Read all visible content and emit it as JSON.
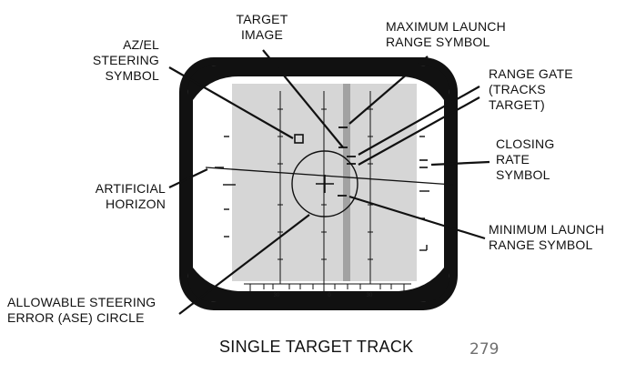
{
  "labels": {
    "target_image": "TARGET\nIMAGE",
    "max_launch_range": "MAXIMUM LAUNCH\nRANGE SYMBOL",
    "az_el_steering": "AZ/EL\nSTEERING\nSYMBOL",
    "range_gate": "RANGE GATE\n(TRACKS\nTARGET)",
    "closing_rate": "CLOSING\nRATE\nSYMBOL",
    "artificial_horizon": "ARTIFICIAL\nHORIZON",
    "min_launch_range": "MINIMUM LAUNCH\nRANGE SYMBOL",
    "ase_circle": "ALLOWABLE STEERING\nERROR (ASE) CIRCLE"
  },
  "scale_numbers": [
    "30",
    "0",
    "30"
  ],
  "caption": "SINGLE TARGET TRACK",
  "page_number": "279",
  "colors": {
    "screen_gray": "#d6d6d6",
    "range_bar": "#a2a2a2",
    "frame": "#111111",
    "ink": "#111111"
  }
}
